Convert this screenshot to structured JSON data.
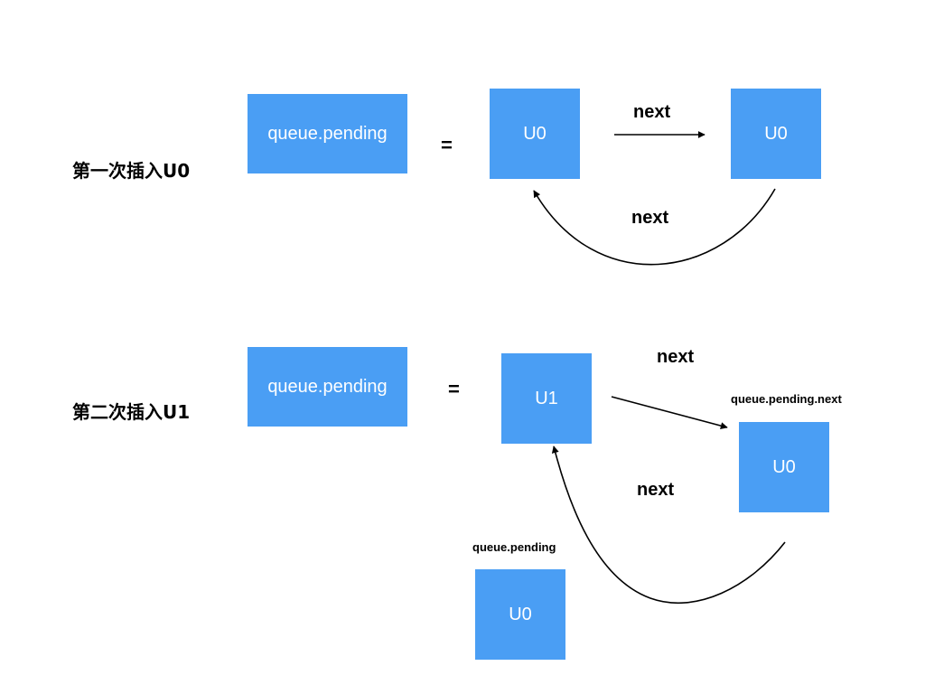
{
  "section1": {
    "title": "第一次插入U0",
    "pending_label": "queue.pending",
    "equals": "=",
    "node_a": "U0",
    "node_b": "U0",
    "next_top": "next",
    "next_bottom": "next"
  },
  "section2": {
    "title": "第二次插入U1",
    "pending_label": "queue.pending",
    "equals": "=",
    "node_a": "U1",
    "node_b": "U0",
    "node_b_caption": "queue.pending.next",
    "next_top": "next",
    "next_bottom": "next",
    "node_c": "U0",
    "node_c_caption": "queue.pending"
  },
  "colors": {
    "box": "#4a9ef4",
    "box_text": "#ffffff",
    "arrow": "#000000"
  }
}
